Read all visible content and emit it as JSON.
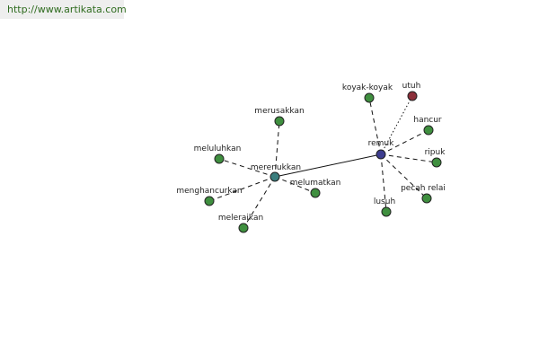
{
  "site_url": "http://www.artikata.com",
  "colors": {
    "center": "#3d3d8f",
    "hub": "#3a7d7d",
    "leaf": "#3f8f3f",
    "antonym": "#8c2f3a",
    "edge": "#111111",
    "background": "#ffffff"
  },
  "graph": {
    "nodes": [
      {
        "id": "remuk",
        "label": "remuk",
        "kind": "center"
      },
      {
        "id": "merenukkan",
        "label": "merenukkan",
        "kind": "hub"
      },
      {
        "id": "koyak-koyak",
        "label": "koyak-koyak",
        "kind": "leaf"
      },
      {
        "id": "utuh",
        "label": "utuh",
        "kind": "antonym"
      },
      {
        "id": "hancur",
        "label": "hancur",
        "kind": "leaf"
      },
      {
        "id": "ripuk",
        "label": "ripuk",
        "kind": "leaf"
      },
      {
        "id": "pecah-relai",
        "label": "pecah relai",
        "kind": "leaf"
      },
      {
        "id": "lusuh",
        "label": "lusuh",
        "kind": "leaf"
      },
      {
        "id": "merusakkan",
        "label": "merusakkan",
        "kind": "leaf"
      },
      {
        "id": "meluluhkan",
        "label": "meluluhkan",
        "kind": "leaf"
      },
      {
        "id": "menghancurkan",
        "label": "menghancurkan",
        "kind": "leaf"
      },
      {
        "id": "meleraikan",
        "label": "meleraikan",
        "kind": "leaf"
      },
      {
        "id": "melumatkan",
        "label": "melumatkan",
        "kind": "leaf"
      }
    ],
    "edges": [
      {
        "from": "remuk",
        "to": "merenukkan",
        "style": "solid"
      },
      {
        "from": "remuk",
        "to": "koyak-koyak",
        "style": "dashed"
      },
      {
        "from": "remuk",
        "to": "utuh",
        "style": "dotted"
      },
      {
        "from": "remuk",
        "to": "hancur",
        "style": "dashed"
      },
      {
        "from": "remuk",
        "to": "ripuk",
        "style": "dashed"
      },
      {
        "from": "remuk",
        "to": "pecah-relai",
        "style": "dashed"
      },
      {
        "from": "remuk",
        "to": "lusuh",
        "style": "dashed"
      },
      {
        "from": "merenukkan",
        "to": "merusakkan",
        "style": "dashed"
      },
      {
        "from": "merenukkan",
        "to": "meluluhkan",
        "style": "dashed"
      },
      {
        "from": "merenukkan",
        "to": "menghancurkan",
        "style": "dashed"
      },
      {
        "from": "merenukkan",
        "to": "meleraikan",
        "style": "dashed"
      },
      {
        "from": "merenukkan",
        "to": "melumatkan",
        "style": "dashed"
      }
    ]
  }
}
